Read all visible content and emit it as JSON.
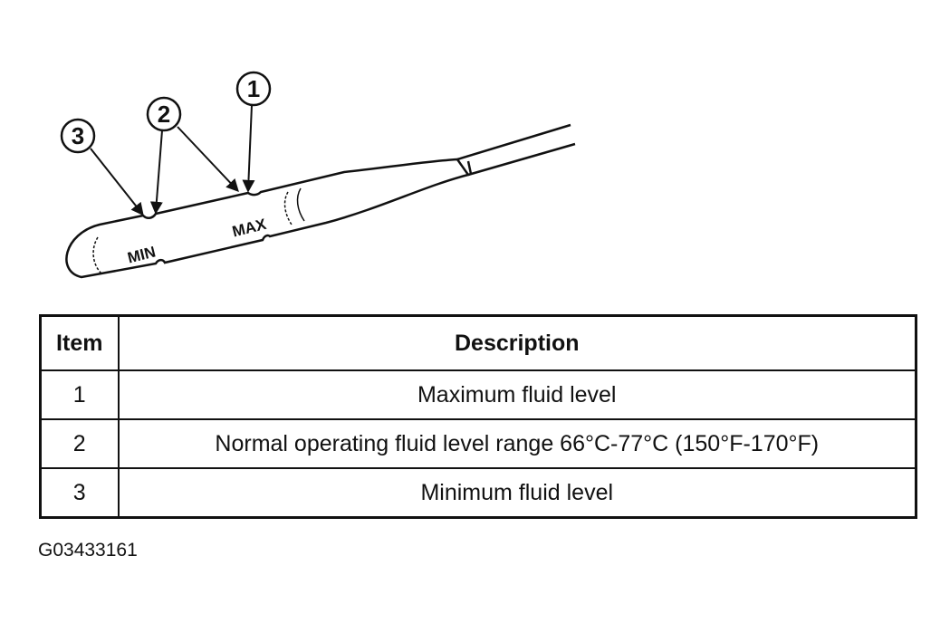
{
  "diagram": {
    "callouts": [
      "1",
      "2",
      "3"
    ],
    "dipstick_marks": {
      "max": "MAX",
      "min": "MIN"
    }
  },
  "table": {
    "headers": {
      "item": "Item",
      "description": "Description"
    },
    "rows": [
      {
        "item": "1",
        "description": "Maximum fluid level"
      },
      {
        "item": "2",
        "description": "Normal operating fluid level range 66°C-77°C (150°F-170°F)"
      },
      {
        "item": "3",
        "description": "Minimum fluid level"
      }
    ]
  },
  "figure_id": "G03433161"
}
